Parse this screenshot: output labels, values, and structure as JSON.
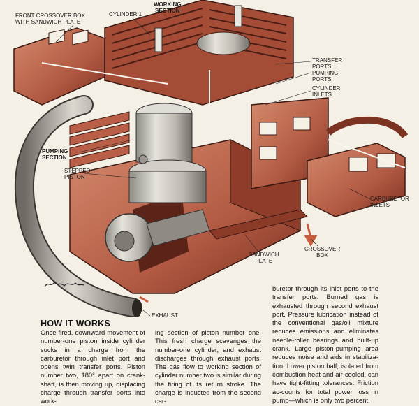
{
  "labels": {
    "front_crossover_box": "FRONT CROSSOVER BOX\nWITH SANDWICH PLATE",
    "cylinder_1": "CYLINDER 1",
    "working_section": "WORKING\nSECTION",
    "transfer_ports": "TRANSFER\nPORTS",
    "pumping_ports": "PUMPING\nPORTS",
    "cylinder_inlets": "CYLINDER\nINLETS",
    "pumping_section": "PUMPING\nSECTION",
    "stepped_piston": "STEPPED\nPISTON",
    "carburetor_inlets": "CARBURETOR\nINLETS",
    "crossover_box": "CROSSOVER\nBOX",
    "sandwich_plate": "SANDWICH\nPLATE",
    "exhaust": "EXHAUST"
  },
  "signature": "Bill Fischer",
  "article": {
    "heading": "HOW IT WORKS",
    "col1": "Once fired, downward movement of number-one piston inside cylinder sucks in a charge from the carburetor through inlet port and opens twin transfer ports. Piston number two, 180° apart on crank-shaft, is then moving up, displacing charge through transfer ports into work-",
    "col2": "ing section of piston number one. This fresh charge scavenges the number-one cylinder, and exhaust discharges through exhaust ports. The gas flow to working section of cylinder number two is similar during the firing of its return stroke. The charge is inducted from the second car-",
    "col3": "buretor through its inlet ports to the transfer ports. Burned gas is exhausted through second exhaust port. Pressure lubrication instead of the conventional gas/oil mixture reduces emissions and eliminates needle-roller bearings and built-up crank. Large piston-pumping area reduces noise and aids in stabiliza-tion. Lower piston half, isolated from combustion heat and air-cooled, can have tight-fitting tolerances. Friction ac-counts for total power loss in pump—which is only two percent."
  },
  "colors": {
    "casting": "#b9604a",
    "casting_dark": "#7c3322",
    "metal": "#c9c6bf",
    "paper": "#f4f0e6"
  }
}
